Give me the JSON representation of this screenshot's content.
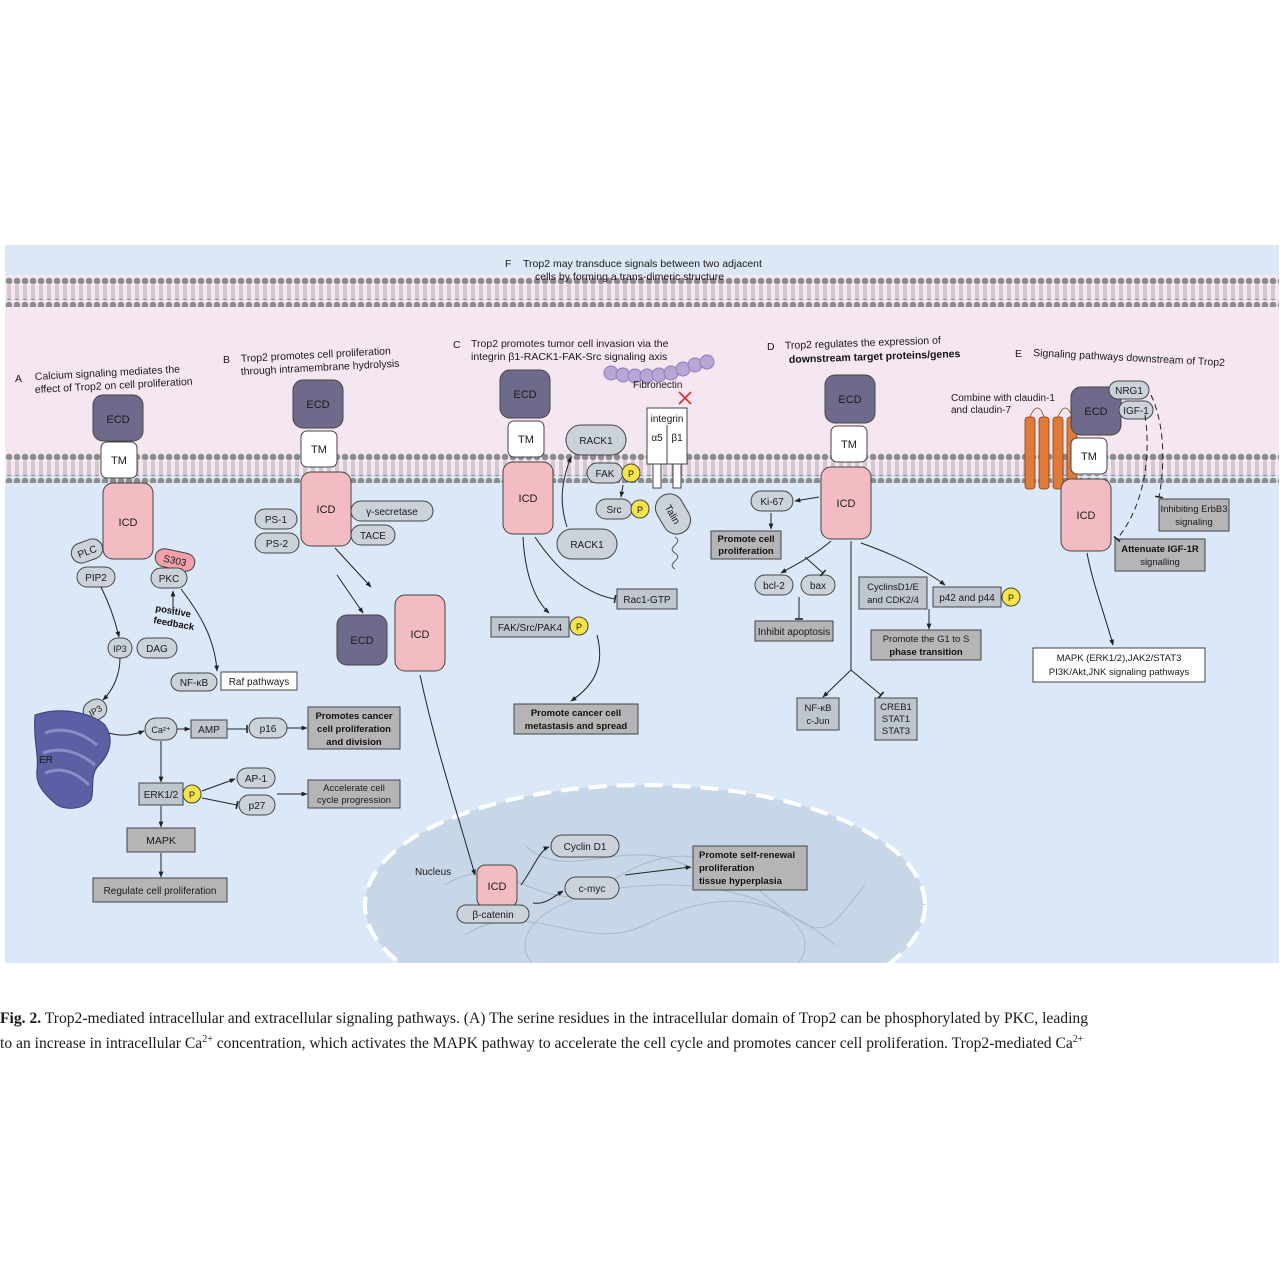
{
  "panels": {
    "F": {
      "letter": "F",
      "line1": "Trop2 may transduce signals between two adjacent",
      "line2": "cells by forming a trans-dimeric structure"
    },
    "A": {
      "letter": "A",
      "line1": "Calcium signaling mediates the",
      "line2": "effect of Trop2 on cell proliferation"
    },
    "B": {
      "letter": "B",
      "line1": "Trop2 promotes cell proliferation",
      "line2": "through intramembrane hydrolysis"
    },
    "C": {
      "letter": "C",
      "line1": "Trop2 promotes tumor cell invasion via the",
      "line2": "integrin β1-RACK1-FAK-Src signaling axis"
    },
    "D": {
      "letter": "D",
      "line1": "Trop2 regulates the expression of",
      "line2": "downstream target proteins/genes"
    },
    "E": {
      "letter": "E",
      "line1": "Signaling pathways downstream of Trop2"
    }
  },
  "domains": {
    "ecd": "ECD",
    "tm": "TM",
    "icd": "ICD"
  },
  "nodes": {
    "plc": "PLC",
    "pip2": "PIP2",
    "s303": "S303",
    "pkc": "PKC",
    "positive": "positive",
    "feedback": "feedback",
    "ip3": "IP3",
    "dag": "DAG",
    "nfkb": "NF-κB",
    "raf": "Raf pathways",
    "ip3b": "IP3",
    "er": "ER",
    "ca": "Ca²⁺",
    "amp": "AMP",
    "p16": "p16",
    "promotes1": "Promotes cancer",
    "promotes2": "cell proliferation",
    "promotes3": "and division",
    "erk": "ERK1/2",
    "p": "P",
    "ap1": "AP-1",
    "p27": "p27",
    "accel1": "Accelerate cell",
    "accel2": "cycle progression",
    "mapk": "MAPK",
    "regulate": "Regulate cell proliferation",
    "ps1": "PS-1",
    "ps2": "PS-2",
    "gamma": "γ-secretase",
    "tace": "TACE",
    "fibronectin": "Fibronectin",
    "integrin": "integrin",
    "alpha5": "α5",
    "beta1": "β1",
    "rack1": "RACK1",
    "fak": "FAK",
    "src": "Src",
    "talin": "Talin",
    "faksrc": "FAK/Src/PAK4",
    "rac1": "Rac1-GTP",
    "metast1": "Promote cancer cell",
    "metast2": "metastasis and spread",
    "ki67": "Ki-67",
    "promprolif1": "Promote cell",
    "promprolif2": "proliferation",
    "bcl2": "bcl-2",
    "bax": "bax",
    "inhibit": "Inhibit apoptosis",
    "cyclins1": "CyclinsD1/E",
    "cyclins2": "and CDK2/4",
    "p42": "p42 and p44",
    "g1s1": "Promote the G1 to S",
    "g1s2": "phase transition",
    "nfkb2": "NF-κB",
    "cjun": "c-Jun",
    "creb1": "CREB1",
    "stat1": "STAT1",
    "stat3": "STAT3",
    "nucleus": "Nucleus",
    "bcatenin": "β-catenin",
    "cyclind1": "Cyclin D1",
    "cmyc": "c-myc",
    "selfrenew1": "Promote self-renewal",
    "selfrenew2": "proliferation",
    "selfrenew3": "tissue hyperplasia",
    "claudin1": "Combine with claudin-1",
    "claudin2": "and claudin-7",
    "nrg1": "NRG1",
    "igf1": "IGF-1",
    "erbb3a": "Inhibiting ErbB3",
    "erbb3b": "signaling",
    "igf1ra": "Attenuate IGF-1R",
    "igf1rb": "signalling",
    "mapkE1": "MAPK (ERK1/2),JAK2/STAT3",
    "mapkE2": "PI3K/Akt,JNK signaling pathways"
  },
  "caption": {
    "figno": "Fig. 2.",
    "line1": "Trop2-mediated intracellular and extracellular signaling pathways. (A) The serine residues in the intracellular domain of Trop2 can be phosphorylated by PKC, leading",
    "line2a": "to an increase in intracellular Ca",
    "sup1": "2+",
    "line2b": " concentration, which activates the MAPK pathway to accelerate the cell cycle and promotes cancer cell proliferation. Trop2-mediated Ca",
    "sup2": "2+"
  },
  "colors": {
    "extracellular": "#f5e6f1",
    "intracellular": "#dbe8f7",
    "top": "#dce8f6",
    "ecd": "#6e6a8c",
    "icd": "#f2bcc2",
    "tm": "#ffffff",
    "phospho": "#f5e34a",
    "boxgray": "#b5b5b7",
    "nucleus": "#c8d7e8",
    "claudin": "#e07a3a"
  }
}
